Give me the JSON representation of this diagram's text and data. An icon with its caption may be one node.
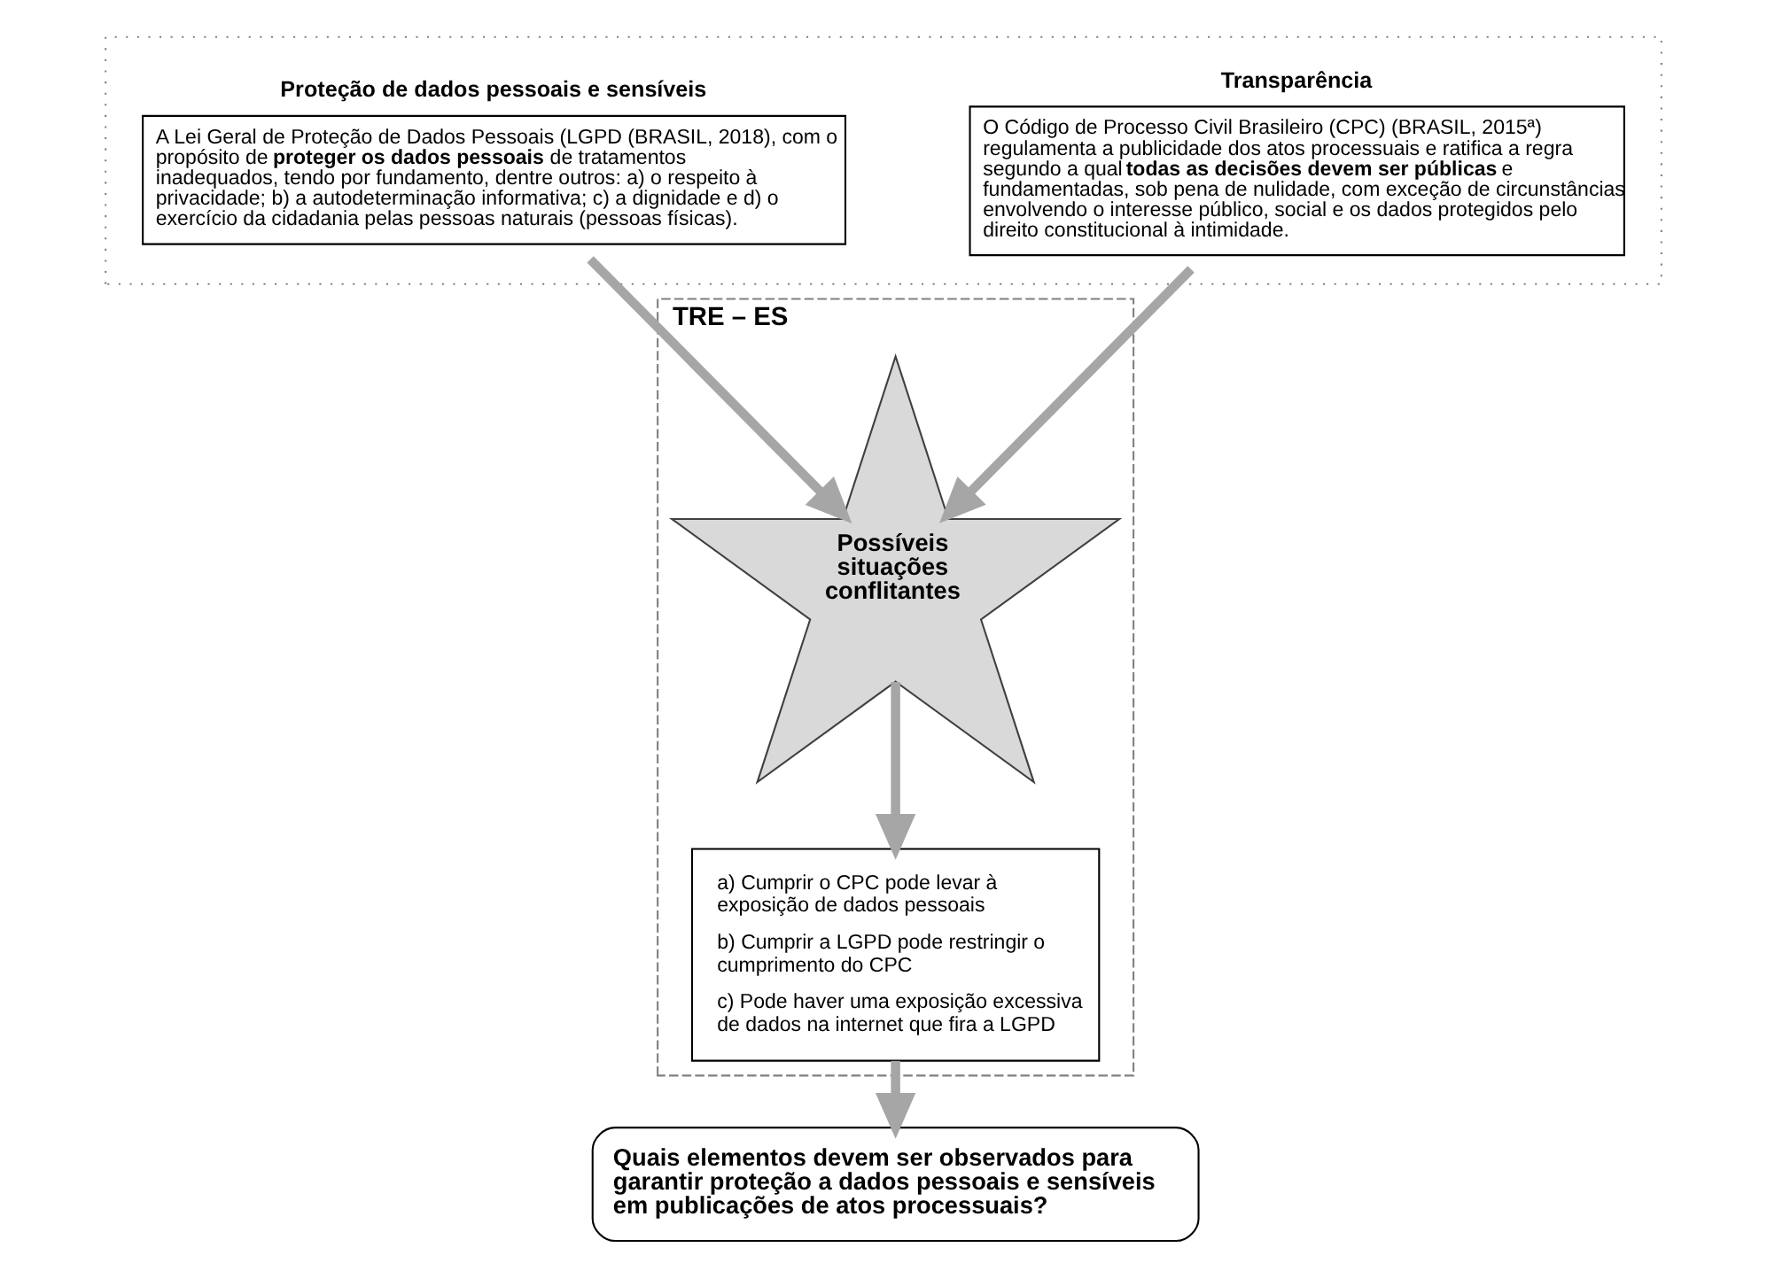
{
  "diagram": {
    "nodes": [
      {
        "text": [],
        "shape": "box"
      },
      {
        "text": [
          "Transparência",
          "O Código de Processo Civil Brasileiro (CPC) (BRASIL, 2015ª) regulamenta a publicidade dos atos processuais e ratifica a regra segundo a qual **todas as decisões devem ser públicas** e fundamentadas, sob pena de nulidade, com exceção de circunstâncias envolvendo o interesse público, social e os dados protegidos pelo direito constitucional à intimidade."
        ],
        "in": 0
      },
      {
        "text": [
          "Proteção de dados pessoais e sensíveis",
          "A Lei Geral de Proteção de Dados Pessoais (LGPD (BRASIL, 2018), com o propósito de **proteger os dados pessoais** de tratamentos inadequados, tendo por fundamento, dentre outros: a) o respeito à privacidade; b) a autodeterminação informativa; c) a dignidade e d) o exercício da cidadania pelas pessoas naturais (pessoas físicas)."
        ],
        "in": 0
      },
      {
        "text": [
          "TRE – ES"
        ]
      },
      {
        "text": [
          "Possíveis situações conflitantes"
        ],
        "in": 3
      },
      {
        "text": [
          "a) Cumprir o CPC pode levar à exposição de dados pessoais",
          "b) Cumprir a LGPD pode restringir o cumprimento do CPC",
          "c) Pode haver uma exposição excessiva de dados na internet que fira a LGPD"
        ],
        "in": 3
      },
      {
        "text": [
          "Quais elementos devem ser observados para garantir proteção a dados pessoais e sensíveis em publicações de atos processuais?"
        ]
      }
    ],
    "edges": [
      {
        "from": 1,
        "to": 4,
        "arrow": "to"
      },
      {
        "from": 2,
        "to": 4,
        "arrow": "to"
      },
      {
        "from": 4,
        "to": 5,
        "arrow": "to"
      },
      {
        "from": 5,
        "to": 6,
        "arrow": "to"
      }
    ]
  }
}
